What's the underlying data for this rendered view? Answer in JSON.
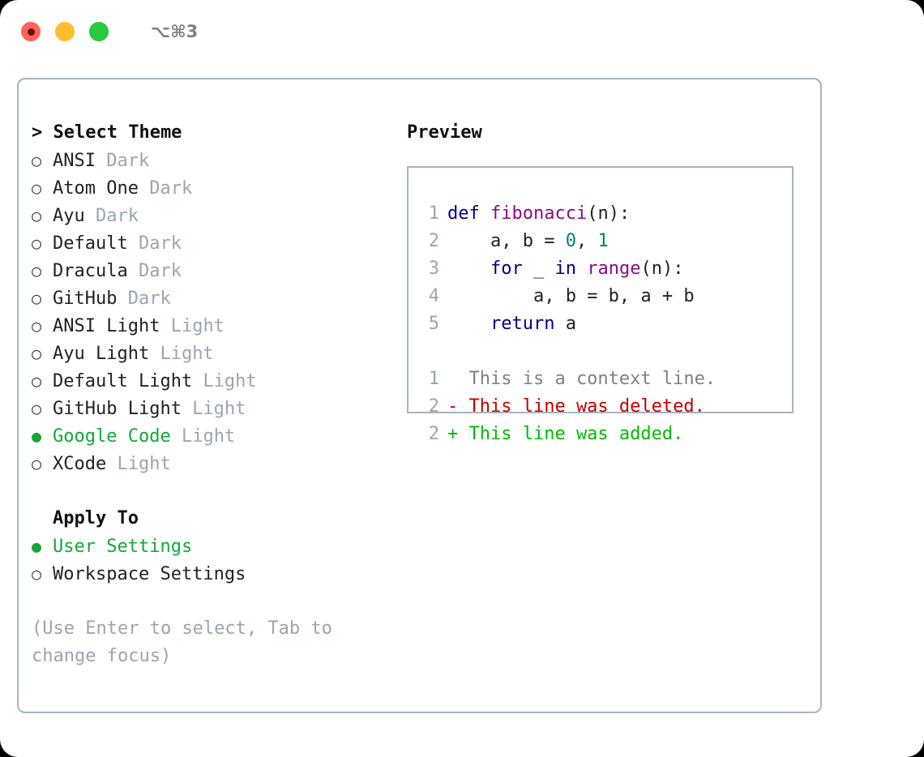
{
  "window": {
    "traffic_lights": [
      "close",
      "minimize",
      "maximize"
    ],
    "shortcut": "⌥⌘3",
    "accent_green": "#12a83a",
    "border_color": "#a9b3c1",
    "muted_color": "#9aa5b4"
  },
  "theme_picker": {
    "title": "> Select Theme",
    "options": [
      {
        "marker": "○",
        "name": "ANSI",
        "kind": "Dark",
        "selected": false
      },
      {
        "marker": "○",
        "name": "Atom One",
        "kind": "Dark",
        "selected": false
      },
      {
        "marker": "○",
        "name": "Ayu",
        "kind": "Dark",
        "selected": false
      },
      {
        "marker": "○",
        "name": "Default",
        "kind": "Dark",
        "selected": false
      },
      {
        "marker": "○",
        "name": "Dracula",
        "kind": "Dark",
        "selected": false
      },
      {
        "marker": "○",
        "name": "GitHub",
        "kind": "Dark",
        "selected": false
      },
      {
        "marker": "○",
        "name": "ANSI Light",
        "kind": "Light",
        "selected": false
      },
      {
        "marker": "○",
        "name": "Ayu Light",
        "kind": "Light",
        "selected": false
      },
      {
        "marker": "○",
        "name": "Default Light",
        "kind": "Light",
        "selected": false
      },
      {
        "marker": "○",
        "name": "GitHub Light",
        "kind": "Light",
        "selected": false
      },
      {
        "marker": "●",
        "name": "Google Code",
        "kind": "Light",
        "selected": true
      },
      {
        "marker": "○",
        "name": "XCode",
        "kind": "Light",
        "selected": false
      }
    ]
  },
  "apply_to": {
    "title": "Apply To",
    "options": [
      {
        "marker": "●",
        "name": "User Settings",
        "selected": true
      },
      {
        "marker": "○",
        "name": "Workspace Settings",
        "selected": false
      }
    ]
  },
  "hint": "(Use Enter to select, Tab to change focus)",
  "preview": {
    "title": "Preview",
    "code_lines": [
      {
        "num": "1",
        "tokens": [
          {
            "t": "def",
            "c": "kw"
          },
          {
            "t": " ",
            "c": "pln"
          },
          {
            "t": "fibonacci",
            "c": "fn"
          },
          {
            "t": "(n):",
            "c": "pln"
          }
        ]
      },
      {
        "num": "2",
        "tokens": [
          {
            "t": "    a, b = ",
            "c": "pln"
          },
          {
            "t": "0",
            "c": "num"
          },
          {
            "t": ", ",
            "c": "pln"
          },
          {
            "t": "1",
            "c": "num"
          }
        ]
      },
      {
        "num": "3",
        "tokens": [
          {
            "t": "    ",
            "c": "pln"
          },
          {
            "t": "for",
            "c": "kw"
          },
          {
            "t": " _ ",
            "c": "pln"
          },
          {
            "t": "in",
            "c": "kw"
          },
          {
            "t": " ",
            "c": "pln"
          },
          {
            "t": "range",
            "c": "fn"
          },
          {
            "t": "(n):",
            "c": "pln"
          }
        ]
      },
      {
        "num": "4",
        "tokens": [
          {
            "t": "        a, b = b, a + b",
            "c": "pln"
          }
        ]
      },
      {
        "num": "5",
        "tokens": [
          {
            "t": "    ",
            "c": "pln"
          },
          {
            "t": "return",
            "c": "kw"
          },
          {
            "t": " a",
            "c": "pln"
          }
        ]
      }
    ],
    "diff_lines": [
      {
        "num": "1",
        "text": "  This is a context line.",
        "c": "ctx"
      },
      {
        "num": "2",
        "text": "- This line was deleted.",
        "c": "del"
      },
      {
        "num": "2",
        "text": "+ This line was added.",
        "c": "add"
      }
    ]
  }
}
